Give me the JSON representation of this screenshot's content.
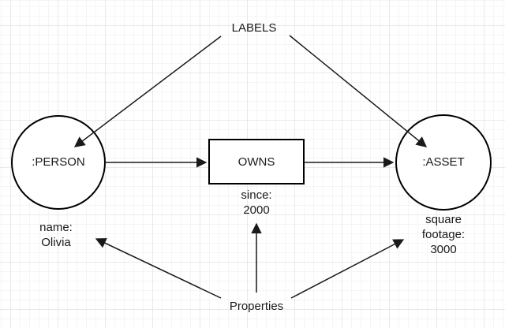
{
  "diagram": {
    "annotations": {
      "labels": "LABELS",
      "properties": "Properties"
    },
    "nodes": {
      "person": {
        "label": ":PERSON",
        "shape": "circle",
        "property": "name:\nOlivia"
      },
      "asset": {
        "label": ":ASSET",
        "shape": "circle",
        "property": "square\nfootage:\n3000"
      }
    },
    "relationship": {
      "owns": {
        "label": "OWNS",
        "shape": "rectangle",
        "property": "since:\n2000"
      }
    },
    "colors": {
      "stroke": "#000000",
      "fill": "#ffffff",
      "text": "#1a1a1a",
      "grid_minor": "#f5f5f5",
      "grid_major": "#e9e9e9"
    }
  }
}
